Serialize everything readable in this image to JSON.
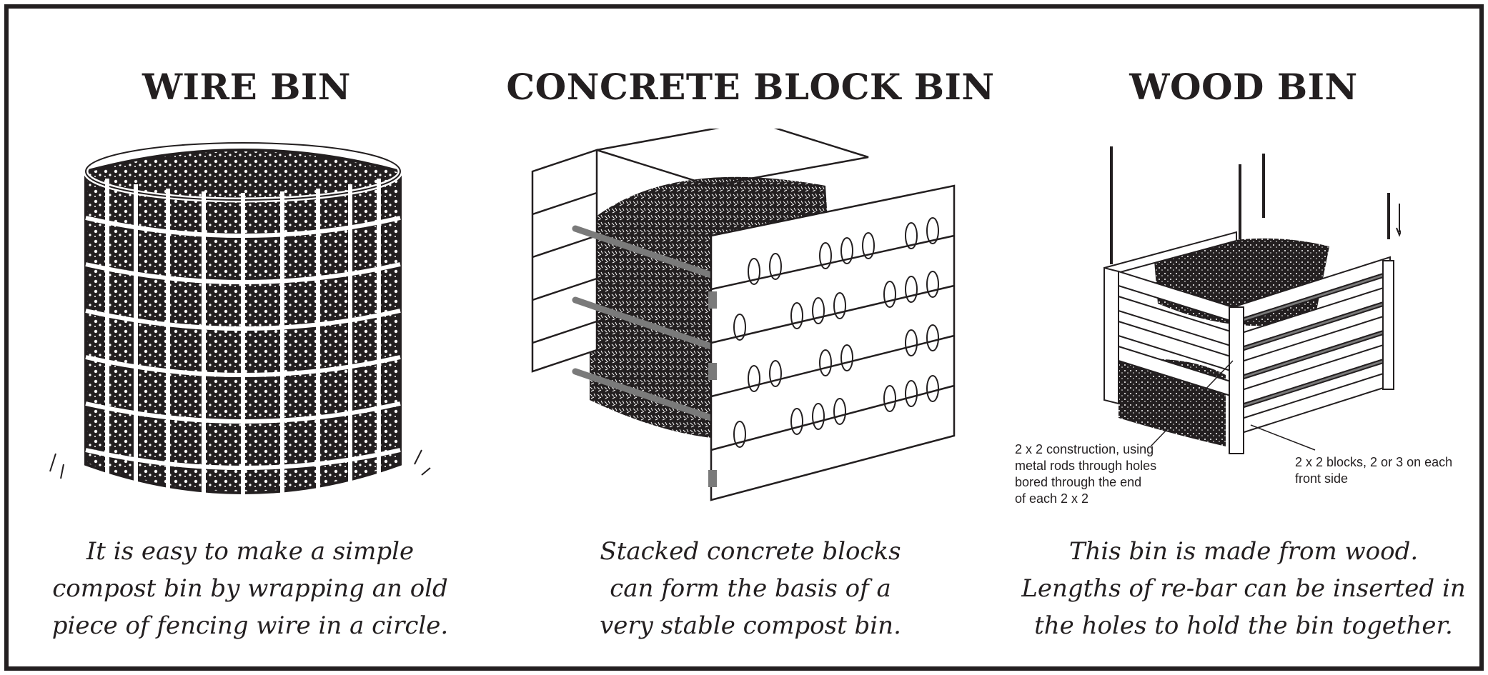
{
  "panels": [
    {
      "title": "WIRE BIN",
      "caption": [
        "It is easy to make a simple",
        "compost bin by wrapping an old",
        "piece of fencing wire in a circle."
      ]
    },
    {
      "title": "CONCRETE BLOCK BIN",
      "caption": [
        "Stacked concrete blocks",
        "can form the basis of a",
        "very stable compost bin."
      ]
    },
    {
      "title": "WOOD BIN",
      "caption": [
        "This bin is made from wood.",
        "Lengths of re-bar can be inserted in",
        "the holes to hold the bin together."
      ],
      "notes": {
        "construction": [
          "2 x 2 construction, using",
          "metal rods through holes",
          "bored through the end",
          "of each 2 x 2"
        ],
        "blocks": [
          "2 x 2 blocks, 2 or 3 on each",
          "front side"
        ]
      }
    }
  ],
  "colors": {
    "ink": "#231f20",
    "background": "#ffffff",
    "rod": "#7a7a7a"
  },
  "icons": [
    "wire-bin-illustration",
    "concrete-block-bin-illustration",
    "wood-bin-illustration"
  ]
}
